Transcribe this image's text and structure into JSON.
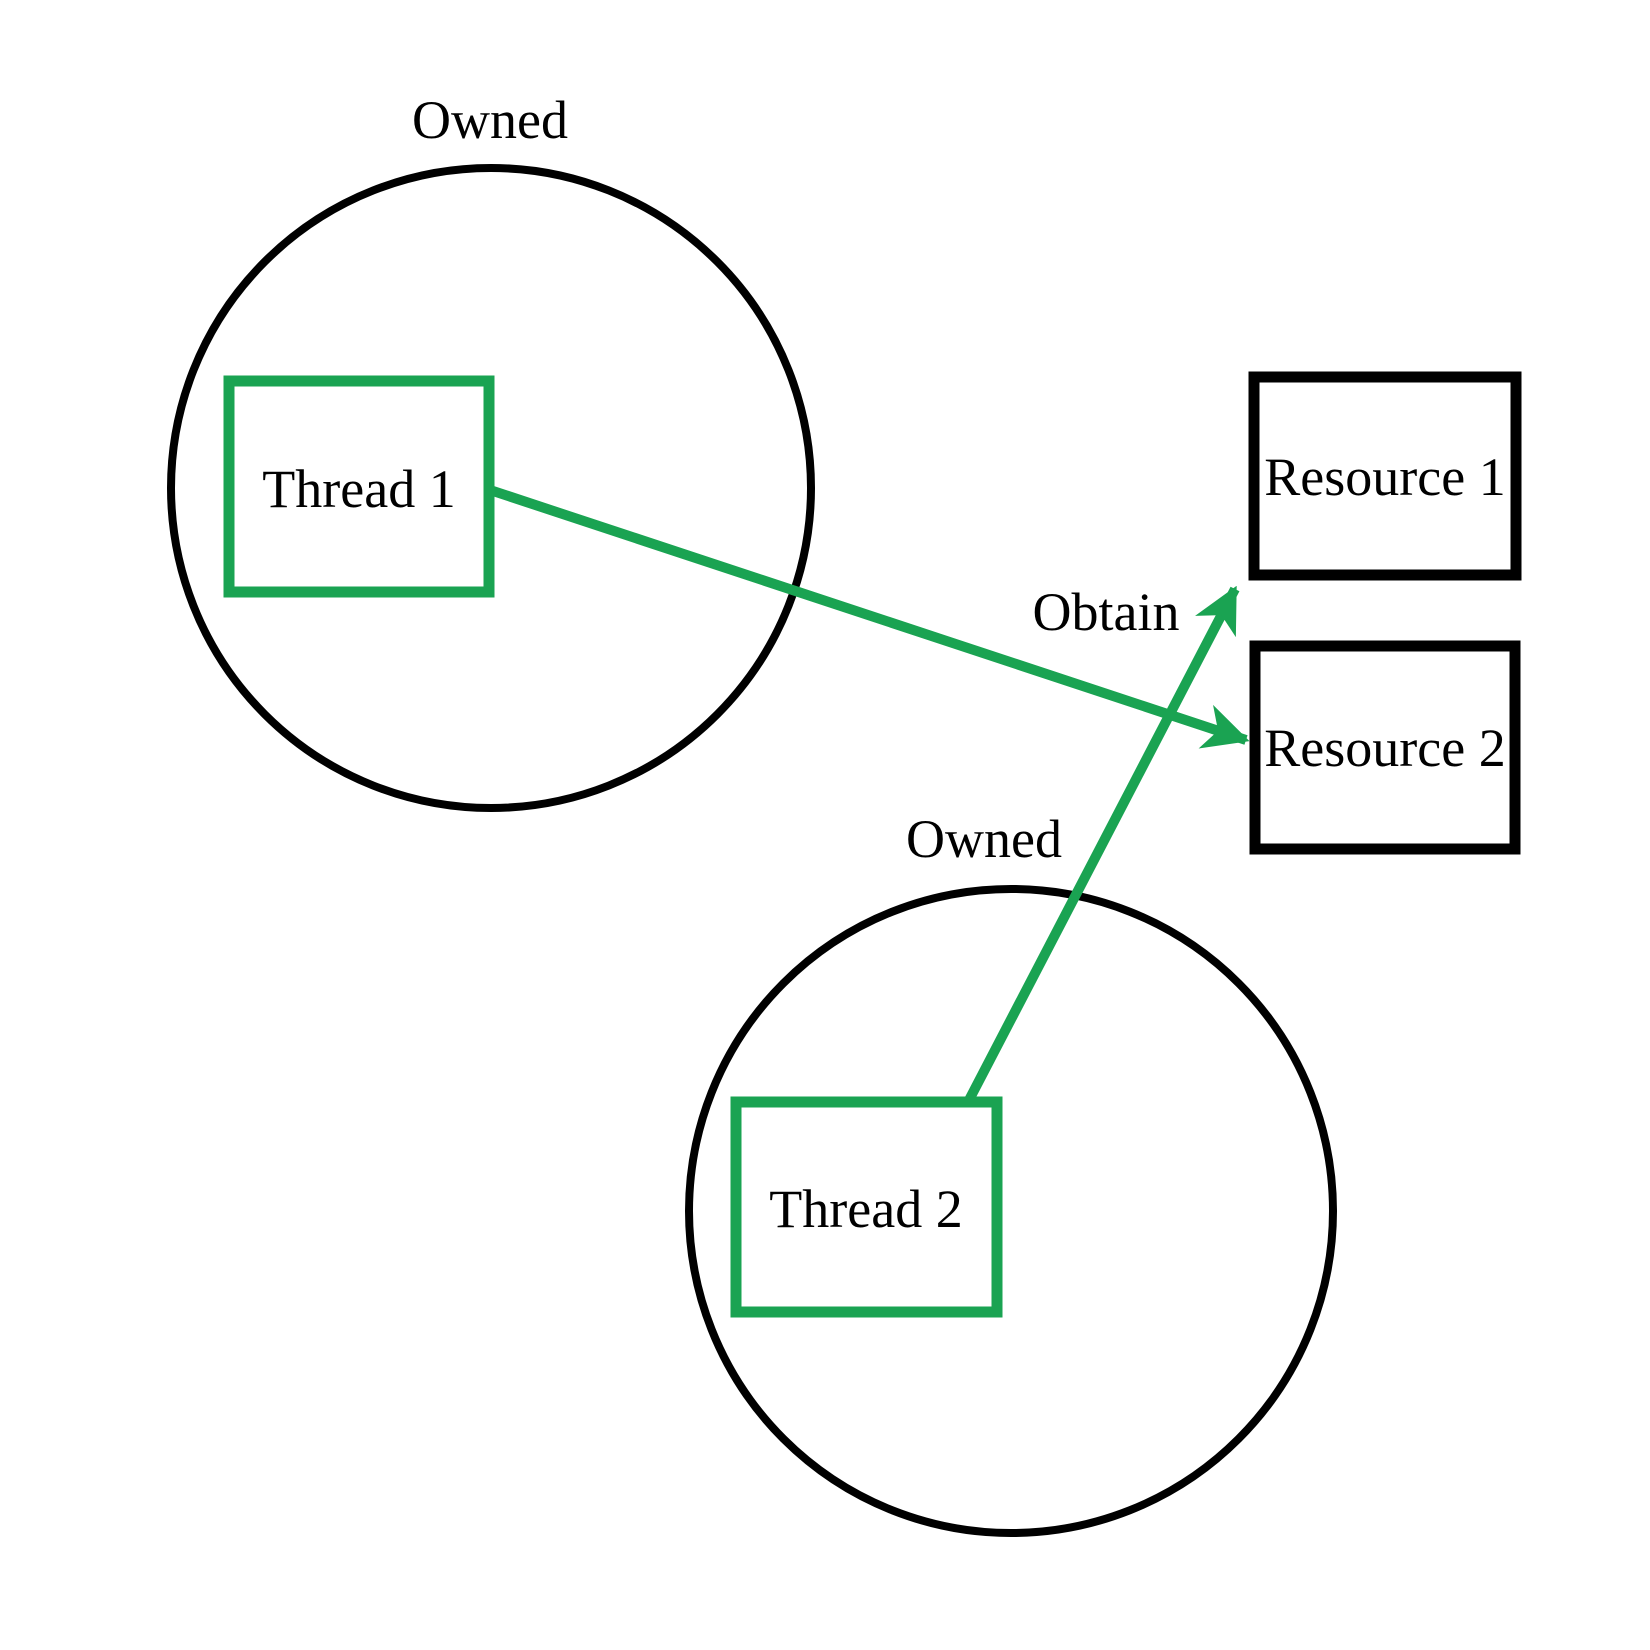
{
  "diagram": {
    "title_semantics": "Deadlock illustration: two threads each own a resource set and try to obtain the other resource",
    "colors": {
      "background": "#ffffff",
      "outline": "#000000",
      "accent_green": "#1aa352",
      "text": "#000000"
    },
    "nodes": {
      "thread1": {
        "label": "Thread 1",
        "owned_set_label": "Owned"
      },
      "thread2": {
        "label": "Thread 2",
        "owned_set_label": "Owned"
      },
      "resource1": {
        "label": "Resource 1"
      },
      "resource2": {
        "label": "Resource 2"
      }
    },
    "edges": {
      "obtain_label": "Obtain",
      "list": [
        {
          "from": "Thread 1",
          "to": "Resource 2",
          "type": "obtain"
        },
        {
          "from": "Thread 2",
          "to": "Resource 1",
          "type": "obtain"
        }
      ]
    }
  }
}
